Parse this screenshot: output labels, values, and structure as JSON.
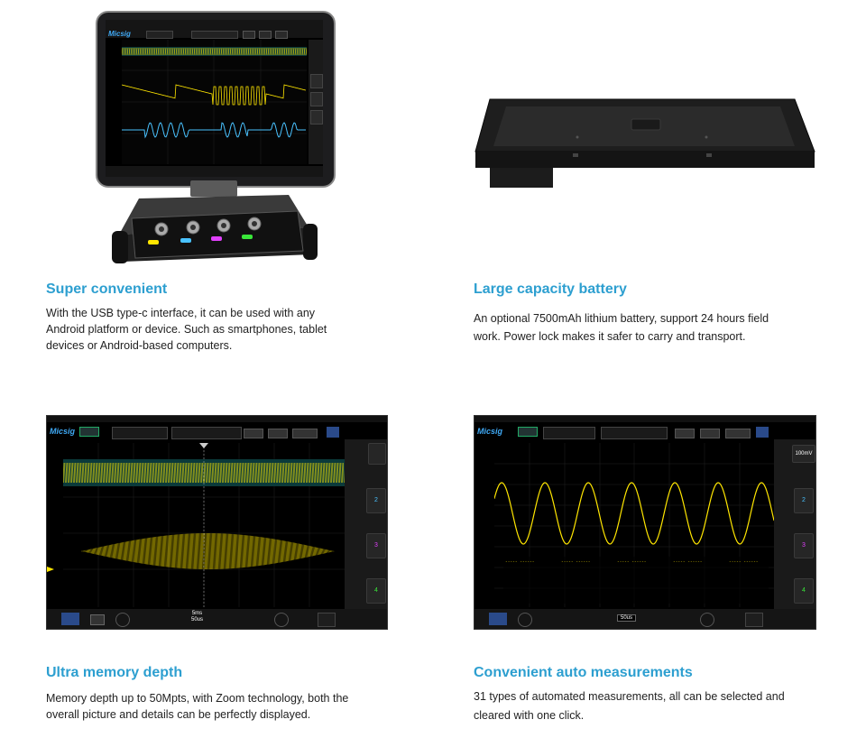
{
  "features": [
    {
      "title": "Super convenient",
      "text": [
        "With the USB type-c interface, it can be used with any",
        "Android platform or device. Such as smartphones, tablet",
        "devices or Android-based computers."
      ]
    },
    {
      "title": "Large capacity battery",
      "text": [
        "An optional 7500mAh lithium battery, support 24 hours field",
        "work. Power lock makes it safer to carry and transport."
      ]
    },
    {
      "title": "Ultra memory depth",
      "text": [
        "Memory depth up to 50Mpts, with Zoom technology, both the",
        "overall picture and details can be perfectly displayed."
      ]
    },
    {
      "title": "Convenient auto measurements",
      "text": [
        "31 types of automated measurements, all can be selected and",
        "cleared with one click."
      ]
    }
  ],
  "screens": {
    "brand": "Micsig",
    "memory": {
      "timebase": "5ms",
      "timebase2": "50us",
      "right_num_a": "2",
      "right_num_b": "3",
      "right_num_c": "4"
    },
    "measure": {
      "timebase": "50us",
      "scale": "100mV",
      "right_num_a": "2",
      "right_num_b": "3",
      "right_num_c": "4"
    }
  },
  "colors": {
    "accent": "#2d9fd0",
    "ch1": "#ffe600",
    "ch2": "#49c2ff",
    "ch3": "#e040fb",
    "ch4": "#39e639",
    "screen_bg": "#000000"
  },
  "icons": [
    "scope-device",
    "battery-pack",
    "tablet"
  ]
}
